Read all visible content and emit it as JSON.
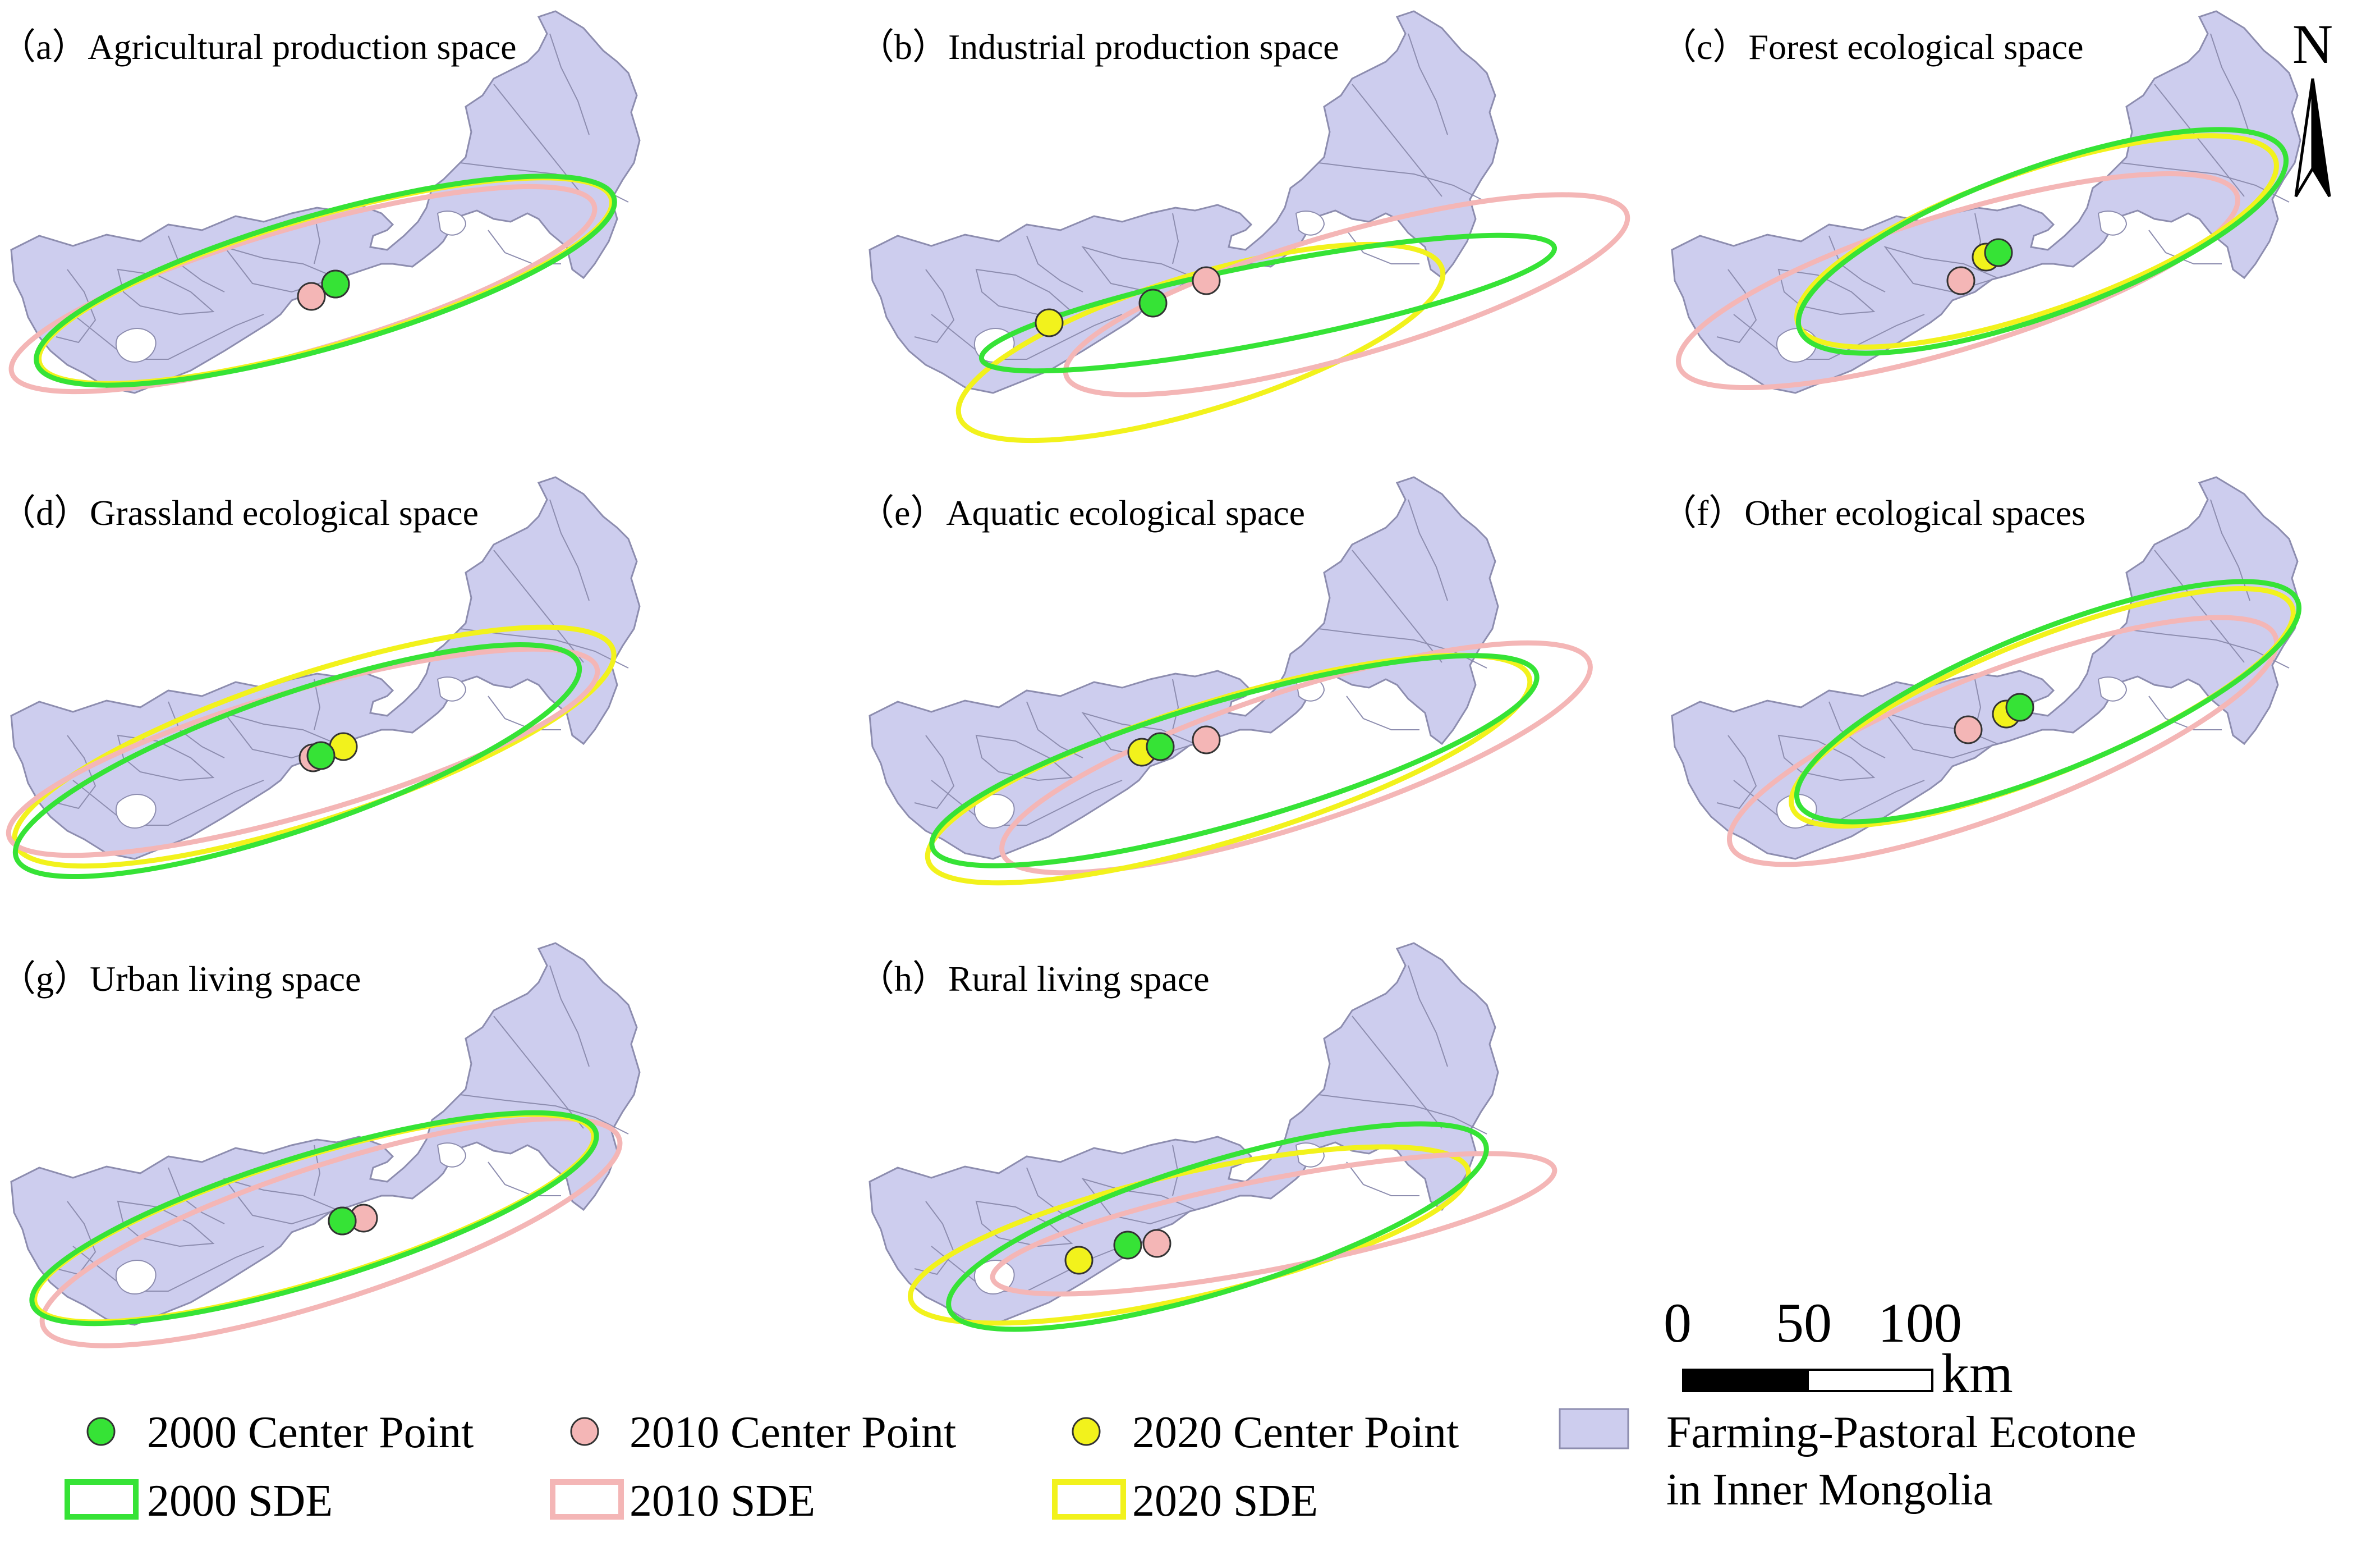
{
  "panels": [
    {
      "id": "a",
      "title": "（a）Agricultural production space"
    },
    {
      "id": "b",
      "title": "（b）Industrial production space"
    },
    {
      "id": "c",
      "title": "（c）Forest ecological space"
    },
    {
      "id": "d",
      "title": "（d）Grassland ecological space"
    },
    {
      "id": "e",
      "title": "（e）Aquatic ecological space"
    },
    {
      "id": "f",
      "title": "（f）Other ecological spaces"
    },
    {
      "id": "g",
      "title": "（g）Urban living space"
    },
    {
      "id": "h",
      "title": "（h）Rural living space"
    }
  ],
  "north_arrow": {
    "label": "N"
  },
  "scale_bar": {
    "ticks": [
      "0",
      "50",
      "100"
    ],
    "unit": "km"
  },
  "legend": {
    "center_2000": "2000 Center Point",
    "center_2010": "2010 Center Point",
    "center_2020": "2020 Center Point",
    "sde_2000": "2000 SDE",
    "sde_2010": "2010 SDE",
    "sde_2020": "2020 SDE",
    "region_line1": "Farming-Pastoral Ecotone",
    "region_line2": "in Inner Mongolia"
  },
  "colors": {
    "region_fill": "#cdcdee",
    "region_stroke": "#8d8daf",
    "y2000": "#36e336",
    "y2010": "#f4b6b6",
    "y2020": "#f2f21c"
  }
}
